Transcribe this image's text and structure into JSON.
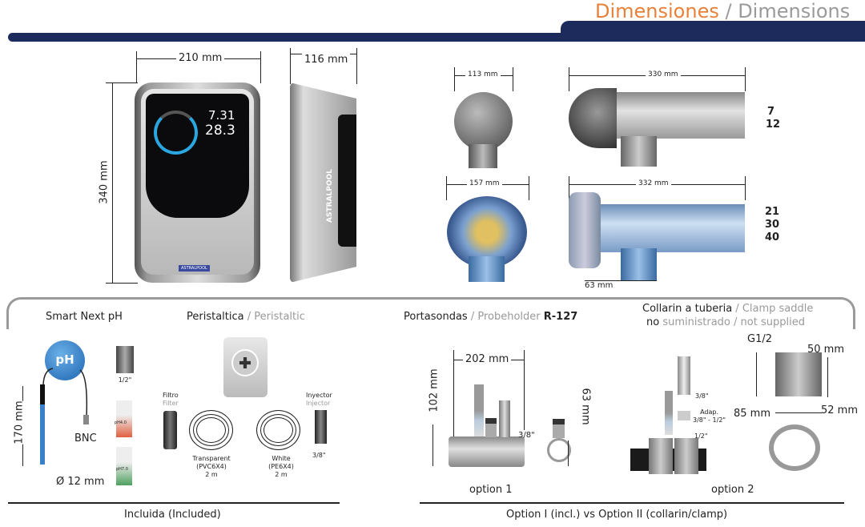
{
  "header": {
    "title_es": "Dimensiones",
    "title_sep": " / ",
    "title_en": "Dimensions",
    "accent": "#e8823a",
    "bar_color": "#1c2a5c"
  },
  "controller": {
    "width": "210 mm",
    "depth": "116 mm",
    "height": "340 mm",
    "display_ph": "7.31",
    "display_temp": "28.3",
    "brand": "ASTRALPOOL"
  },
  "cells": {
    "small": {
      "diameter": "113 mm",
      "length": "330 mm",
      "models": [
        "7",
        "12"
      ]
    },
    "large": {
      "diameter": "157 mm",
      "length": "332 mm",
      "models": [
        "21",
        "30",
        "40"
      ],
      "pipe": "63 mm"
    }
  },
  "included": {
    "ph_title": "Smart Next pH",
    "ph_badge": "pH",
    "probe_length": "170 mm",
    "probe_diameter": "Ø 12 mm",
    "connector": "BNC",
    "fitting": "1/2\"",
    "buffer1": "pH4.0",
    "buffer2": "pH7.0",
    "peristaltic_es": "Peristaltica",
    "peristaltic_en": "Peristaltic",
    "filter_es": "Filtro",
    "filter_en": "Filter",
    "injector_es": "Inyector",
    "injector_en": "Injector",
    "injector_size": "3/8\"",
    "tube1": [
      "Transparent",
      "(PVC6X4)",
      "2 m"
    ],
    "tube2": [
      "White",
      "(PE6X4)",
      "2 m"
    ],
    "footer": "Incluida (Included)"
  },
  "options": {
    "probeholder_es": "Portasondas",
    "probeholder_en": "Probeholder",
    "probeholder_model": "R-127",
    "ph_length": "202 mm",
    "ph_height": "102 mm",
    "ph_pipe": "63 mm",
    "ph_thread": "3/8\"",
    "option1": "option 1",
    "clamp_es": "Collarin a tuberia",
    "clamp_en": "Clamp saddle",
    "clamp_no": "no",
    "clamp_not_es": "suministrado",
    "clamp_not_en": "not supplied",
    "inj_size": "3/8\"",
    "adapter": "Adap.",
    "adapter_size": "3/8\" - 1/2\"",
    "saddle_size": "1/2\"",
    "thread": "G1/2",
    "c_w": "50 mm",
    "c_h": "85 mm",
    "c_d": "52 mm",
    "option2": "option 2",
    "footer": "Option I  (incl.) vs  Option II  (collarin/clamp)"
  }
}
